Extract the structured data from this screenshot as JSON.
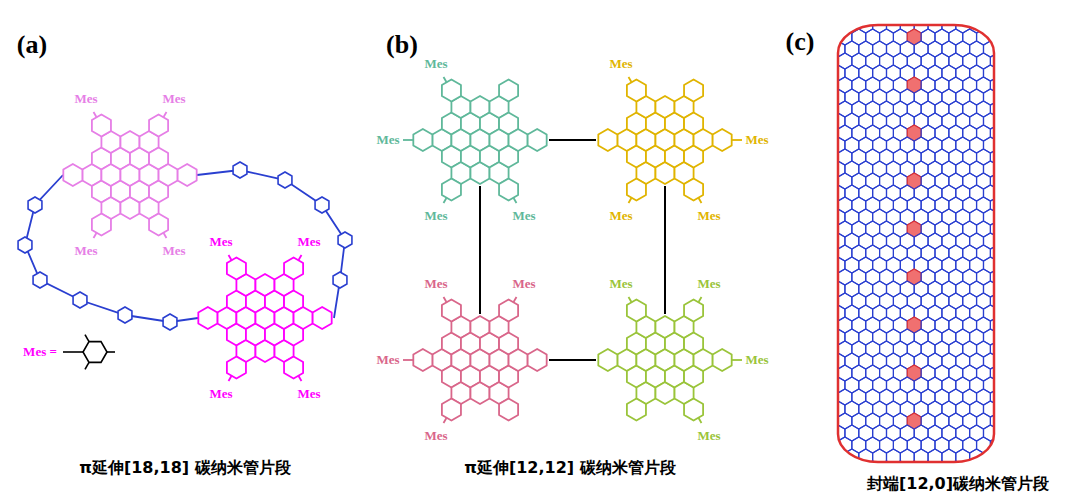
{
  "diagram": {
    "labels": [
      "(a)",
      "Mes",
      "Mes",
      "Mes",
      "Mes",
      "Mes",
      "Mes",
      "Mes",
      "Mes",
      "Mes =",
      "π延伸[18,18] 碳纳米管片段",
      "(b)",
      "Mes",
      "Mes",
      "Mes",
      "Mes",
      "Mes",
      "Mes",
      "Mes",
      "Mes",
      "Mes",
      "Mes",
      "Mes",
      "Mes",
      "Mes",
      "Mes",
      "Mes",
      "Mes",
      "π延伸[12,12] 碳纳米管片段",
      "(c)",
      "封端[12,0]碳纳米管片段"
    ]
  }
}
